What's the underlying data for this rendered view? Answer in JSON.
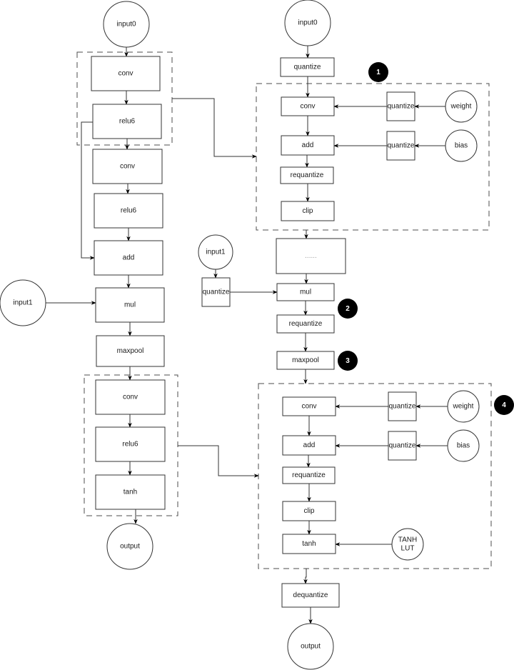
{
  "title": "Neural network graph before and after quantization",
  "original_graph": {
    "nodes": {
      "input0": "input0",
      "conv1": "conv",
      "relu6_1": "relu6",
      "conv2": "conv",
      "relu6_2": "relu6",
      "add": "add",
      "input1": "input1",
      "mul": "mul",
      "maxpool": "maxpool",
      "conv3": "conv",
      "relu6_3": "relu6",
      "tanh": "tanh",
      "output": "output"
    },
    "edges": [
      [
        "input0",
        "conv1"
      ],
      [
        "conv1",
        "relu6_1"
      ],
      [
        "relu6_1",
        "conv2"
      ],
      [
        "conv2",
        "relu6_2"
      ],
      [
        "relu6_2",
        "add"
      ],
      [
        "relu6_1",
        "add"
      ],
      [
        "add",
        "mul"
      ],
      [
        "input1",
        "mul"
      ],
      [
        "mul",
        "maxpool"
      ],
      [
        "maxpool",
        "conv3"
      ],
      [
        "conv3",
        "relu6_3"
      ],
      [
        "relu6_3",
        "tanh"
      ],
      [
        "tanh",
        "output"
      ]
    ],
    "groups": [
      {
        "id": "group-a",
        "members": [
          "conv1",
          "relu6_1"
        ],
        "expands_to": "quantized-group-1"
      },
      {
        "id": "group-b",
        "members": [
          "conv3",
          "relu6_3",
          "tanh"
        ],
        "expands_to": "quantized-group-4"
      }
    ]
  },
  "quantized_graph": {
    "nodes": {
      "q_input0": "input0",
      "q_quantize_in": "quantize",
      "q1_conv": "conv",
      "q1_weight_quantize": "quantize",
      "q1_weight": "weight",
      "q1_add": "add",
      "q1_bias_quantize": "quantize",
      "q1_bias": "bias",
      "q1_requantize": "requantize",
      "q1_clip": "clip",
      "q_ellipsis": "......",
      "q_input1": "input1",
      "q_input1_quantize": "quantize",
      "q_mul": "mul",
      "q_mul_requantize": "requantize",
      "q_maxpool": "maxpool",
      "q4_conv": "conv",
      "q4_weight_quantize": "quantize",
      "q4_weight": "weight",
      "q4_add": "add",
      "q4_bias_quantize": "quantize",
      "q4_bias": "bias",
      "q4_requantize": "requantize",
      "q4_clip": "clip",
      "q4_tanh": "tanh",
      "q4_tanh_lut": "TANH LUT",
      "q_dequantize": "dequantize",
      "q_output": "output"
    },
    "badges": {
      "b1": "1",
      "b2": "2",
      "b3": "3",
      "b4": "4"
    }
  }
}
